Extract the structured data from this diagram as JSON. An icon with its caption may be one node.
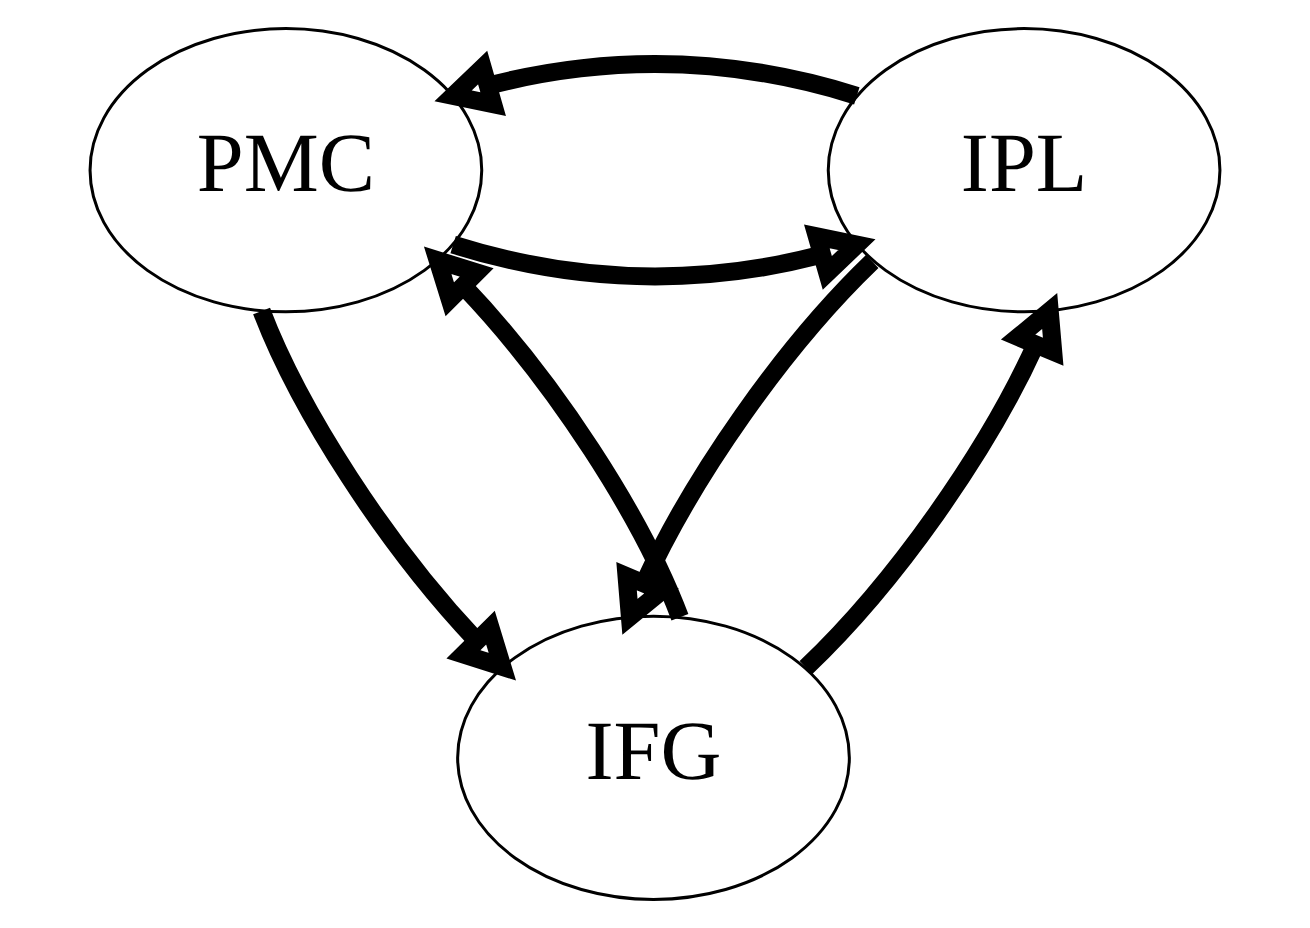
{
  "diagram": {
    "nodes": [
      {
        "text": [
          "PMC"
        ]
      },
      {
        "text": [
          "IPL"
        ]
      },
      {
        "text": [
          "IFG"
        ]
      }
    ],
    "edges": [
      {
        "from": 0,
        "to": 1,
        "arrow": "to"
      },
      {
        "from": 1,
        "to": 0,
        "arrow": "to"
      },
      {
        "from": 2,
        "to": 0,
        "arrow": "to"
      },
      {
        "from": 0,
        "to": 2,
        "arrow": "to"
      },
      {
        "from": 2,
        "to": 1,
        "arrow": "to"
      },
      {
        "from": 1,
        "to": 2,
        "arrow": "to"
      }
    ]
  }
}
